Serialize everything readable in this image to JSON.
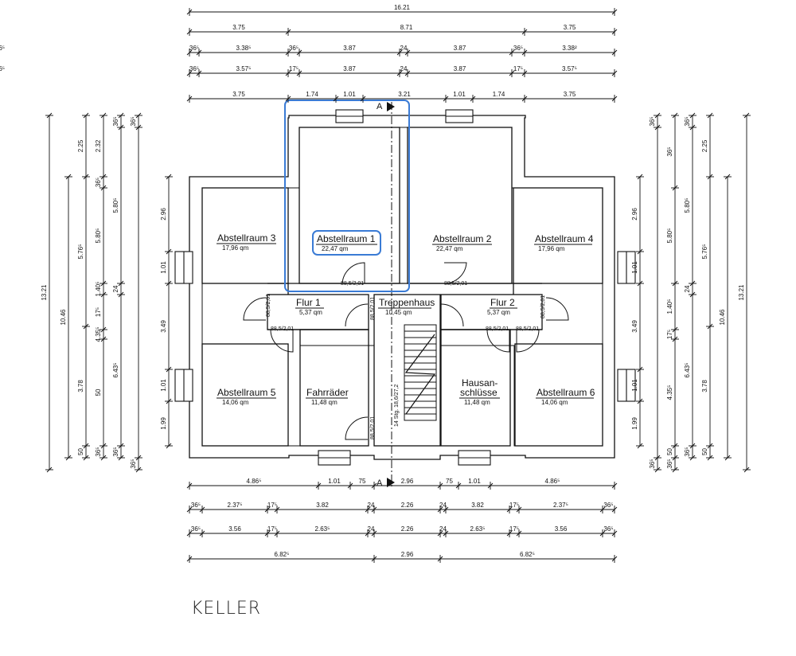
{
  "title": "KELLER",
  "highlight_color": "#3a7bd5",
  "section_marker": "A",
  "rooms": [
    {
      "name": "Abstellraum 1",
      "area": "22,47 qm"
    },
    {
      "name": "Abstellraum 2",
      "area": "22,47 qm"
    },
    {
      "name": "Abstellraum 3",
      "area": "17,96 qm"
    },
    {
      "name": "Abstellraum 4",
      "area": "17,96 qm"
    },
    {
      "name": "Abstellraum 5",
      "area": "14,06 qm"
    },
    {
      "name": "Abstellraum 6",
      "area": "14,06 qm"
    },
    {
      "name": "Fahrräder",
      "area": "11,48 qm"
    },
    {
      "name_line1": "Hausan-",
      "name_line2": "schlüsse",
      "area": "11,48 qm"
    },
    {
      "name": "Flur 1",
      "area": "5,37 qm"
    },
    {
      "name": "Flur 2",
      "area": "5,37 qm"
    },
    {
      "name": "Treppenhaus",
      "area": "10,45 qm"
    }
  ],
  "stairs_label": "14 Stg. 18,6/27,2",
  "door_labels": [
    "88,5/2,01",
    "88,5/2,01",
    "88,5/2,01",
    "88,5/2,01",
    "88,5/2,01",
    "88,5/2,01",
    "88,5/2,01",
    "88,5/2,01",
    "88,5/2,01"
  ],
  "dims_top": {
    "row1": [
      "16.21"
    ],
    "row2": [
      "3.75",
      "8.71",
      "3.75"
    ],
    "row3": [
      "36⁵",
      "3.38⁵",
      "36⁵",
      "3.87",
      "24",
      "3.87",
      "36⁵",
      "3.38²",
      "36⁵"
    ],
    "row4": [
      "36⁵",
      "3.57⁵",
      "17⁵",
      "3.87",
      "24",
      "3.87",
      "17⁵",
      "3.57⁵",
      "36⁵"
    ],
    "row5": [
      "3.75",
      "1.74",
      "1.01",
      "3.21",
      "1.01",
      "1.74",
      "3.75"
    ]
  },
  "dims_bottom": {
    "row1": [
      "4.86⁵",
      "1.01",
      "75",
      "2.96",
      "75",
      "1.01",
      "4.86⁵"
    ],
    "row2": [
      "36⁵",
      "2.37⁵",
      "17⁵",
      "3.82",
      "24",
      "2.26",
      "24",
      "3.82",
      "17⁵",
      "2.37⁵",
      "36⁵"
    ],
    "row3": [
      "36⁵",
      "3.56",
      "17⁵",
      "2.63⁵",
      "24",
      "2.26",
      "24",
      "2.63⁵",
      "17⁵",
      "3.56",
      "36⁵"
    ],
    "row4": [
      "6.82⁵",
      "2.96",
      "6.82⁵"
    ]
  },
  "dims_left": {
    "total": "13.21",
    "col2": [
      "10.46"
    ],
    "col3": [
      "2.25",
      "5.76⁵",
      "3.78",
      "50"
    ],
    "col4": [
      "2.32",
      "36⁵",
      "5.80⁵",
      "1.40⁵",
      "17⁵",
      "4.35⁵",
      "50",
      "36⁵"
    ],
    "col5": [
      "36⁵",
      "5.80⁵",
      "24",
      "6.43⁵",
      "36⁵"
    ],
    "col6": [
      "36⁵",
      "36⁵"
    ],
    "inner": [
      "2.96",
      "1.01",
      "3.49",
      "1.01",
      "1.99"
    ]
  },
  "dims_right": {
    "total": "13.21",
    "col2": [
      "10.46"
    ],
    "col3": [
      "2.25",
      "5.76⁵",
      "3.78",
      "50"
    ],
    "col4": [
      "36⁵",
      "5.80⁵",
      "1.40⁵",
      "17⁵",
      "4.35⁵",
      "50",
      "36⁵"
    ],
    "col5": [
      "36⁵",
      "5.80⁵",
      "24",
      "6.43⁵",
      "36⁵"
    ],
    "inner": [
      "2.96",
      "1.01",
      "3.49",
      "1.01",
      "1.99"
    ]
  }
}
